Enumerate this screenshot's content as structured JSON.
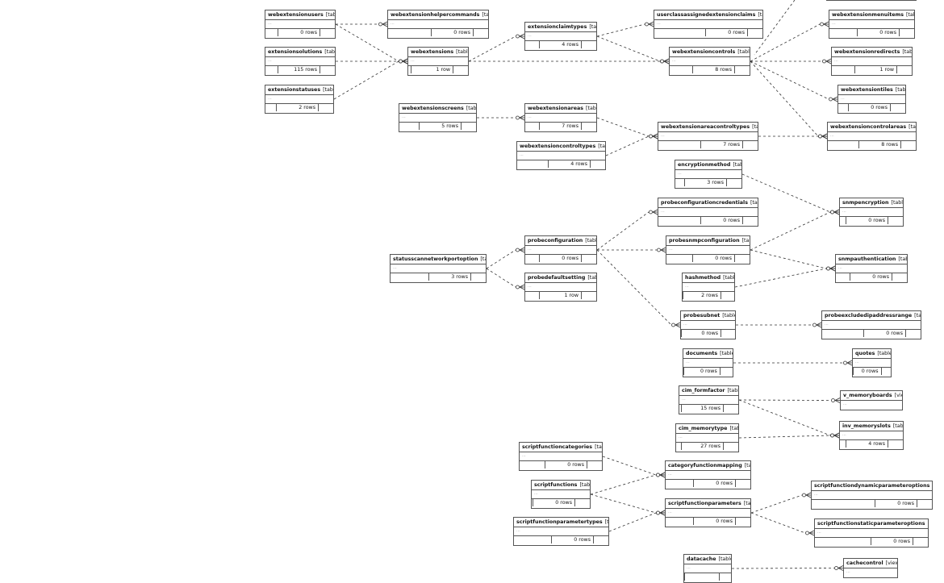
{
  "tables": [
    {
      "id": "webextensionusers",
      "name": "webextensionusers",
      "kind": "[table]",
      "rows": "0 rows"
    },
    {
      "id": "webextensionhelpercommands",
      "name": "webextensionhelpercommands",
      "kind": "[table]",
      "rows": "0 rows"
    },
    {
      "id": "extensionclaimtypes",
      "name": "extensionclaimtypes",
      "kind": "[table]",
      "rows": "4 rows"
    },
    {
      "id": "userclassassignedextensionclaims",
      "name": "userclassassignedextensionclaims",
      "kind": "[table]",
      "rows": "0 rows"
    },
    {
      "id": "webextensionmenuitems",
      "name": "webextensionmenuitems",
      "kind": "[table]",
      "rows": "0 rows"
    },
    {
      "id": "extensionsolutions",
      "name": "extensionsolutions",
      "kind": "[table]",
      "rows": "115 rows"
    },
    {
      "id": "webextensions",
      "name": "webextensions",
      "kind": "[table]",
      "rows": "1 row"
    },
    {
      "id": "webextensioncontrols",
      "name": "webextensioncontrols",
      "kind": "[table]",
      "rows": "8 rows"
    },
    {
      "id": "webextensionredirects",
      "name": "webextensionredirects",
      "kind": "[table]",
      "rows": "1 row"
    },
    {
      "id": "extensionstatuses",
      "name": "extensionstatuses",
      "kind": "[table]",
      "rows": "2 rows"
    },
    {
      "id": "webextensiontiles",
      "name": "webextensiontiles",
      "kind": "[table]",
      "rows": "0 rows"
    },
    {
      "id": "webextensionscreens",
      "name": "webextensionscreens",
      "kind": "[table]",
      "rows": "5 rows"
    },
    {
      "id": "webextensionareas",
      "name": "webextensionareas",
      "kind": "[table]",
      "rows": "7 rows"
    },
    {
      "id": "webextensionareacontroltypes",
      "name": "webextensionareacontroltypes",
      "kind": "[table]",
      "rows": "7 rows"
    },
    {
      "id": "webextensioncontrolareas",
      "name": "webextensioncontrolareas",
      "kind": "[table]",
      "rows": "8 rows"
    },
    {
      "id": "webextensioncontroltypes",
      "name": "webextensioncontroltypes",
      "kind": "[table]",
      "rows": "4 rows"
    },
    {
      "id": "encryptionmethod",
      "name": "encryptionmethod",
      "kind": "[table]",
      "rows": "3 rows"
    },
    {
      "id": "snmpencryption",
      "name": "snmpencryption",
      "kind": "[table]",
      "rows": "0 rows"
    },
    {
      "id": "probeconfigurationcredentials",
      "name": "probeconfigurationcredentials",
      "kind": "[table]",
      "rows": "0 rows"
    },
    {
      "id": "probeconfiguration",
      "name": "probeconfiguration",
      "kind": "[table]",
      "rows": "0 rows"
    },
    {
      "id": "probesnmpconfiguration",
      "name": "probesnmpconfiguration",
      "kind": "[table]",
      "rows": "0 rows"
    },
    {
      "id": "statusscannetworkportoption",
      "name": "statusscannetworkportoption",
      "kind": "[table]",
      "rows": "3 rows"
    },
    {
      "id": "snmpauthentication",
      "name": "snmpauthentication",
      "kind": "[table]",
      "rows": "0 rows"
    },
    {
      "id": "probedefaultsetting",
      "name": "probedefaultsetting",
      "kind": "[table]",
      "rows": "1 row"
    },
    {
      "id": "hashmethod",
      "name": "hashmethod",
      "kind": "[table]",
      "rows": "2 rows"
    },
    {
      "id": "probesubnet",
      "name": "probesubnet",
      "kind": "[table]",
      "rows": "0 rows"
    },
    {
      "id": "probeexcludedipaddressrange",
      "name": "probeexcludedipaddressrange",
      "kind": "[table]",
      "rows": "0 rows"
    },
    {
      "id": "documents",
      "name": "documents",
      "kind": "[table]",
      "rows": "0 rows"
    },
    {
      "id": "quotes",
      "name": "quotes",
      "kind": "[table]",
      "rows": "0 rows"
    },
    {
      "id": "cim_formfactor",
      "name": "cim_formfactor",
      "kind": "[table]",
      "rows": "15 rows"
    },
    {
      "id": "v_memoryboards",
      "name": "v_memoryboards",
      "kind": "[view]",
      "rows": ""
    },
    {
      "id": "inv_memoryslots",
      "name": "inv_memoryslots",
      "kind": "[table]",
      "rows": "4 rows"
    },
    {
      "id": "cim_memorytype",
      "name": "cim_memorytype",
      "kind": "[table]",
      "rows": "27 rows"
    },
    {
      "id": "scriptfunctioncategories",
      "name": "scriptfunctioncategories",
      "kind": "[table]",
      "rows": "0 rows"
    },
    {
      "id": "categoryfunctionmapping",
      "name": "categoryfunctionmapping",
      "kind": "[table]",
      "rows": "0 rows"
    },
    {
      "id": "scriptfunctions",
      "name": "scriptfunctions",
      "kind": "[table]",
      "rows": "0 rows"
    },
    {
      "id": "scriptfunctionparameters",
      "name": "scriptfunctionparameters",
      "kind": "[table]",
      "rows": "0 rows"
    },
    {
      "id": "scriptfunctiondynamicparameteroptions",
      "name": "scriptfunctiondynamicparameteroptions",
      "kind": "[table]",
      "rows": "0 rows"
    },
    {
      "id": "scriptfunctionparametertypes",
      "name": "scriptfunctionparametertypes",
      "kind": "[table]",
      "rows": "0 rows"
    },
    {
      "id": "scriptfunctionstaticparameteroptions",
      "name": "scriptfunctionstaticparameteroptions",
      "kind": "[table]",
      "rows": "0 rows"
    },
    {
      "id": "datacache",
      "name": "datacache",
      "kind": "[table]",
      "rows": ""
    },
    {
      "id": "cachecontrol",
      "name": "cachecontrol",
      "kind": "[view]",
      "rows": ""
    }
  ],
  "relationships": [
    [
      "webextensionusers",
      "webextensionhelpercommands"
    ],
    [
      "webextensionusers",
      "webextensions"
    ],
    [
      "extensionsolutions",
      "webextensions"
    ],
    [
      "extensionstatuses",
      "webextensions"
    ],
    [
      "webextensions",
      "extensionclaimtypes"
    ],
    [
      "webextensions",
      "webextensioncontrols"
    ],
    [
      "extensionclaimtypes",
      "userclassassignedextensionclaims"
    ],
    [
      "extensionclaimtypes",
      "webextensioncontrols"
    ],
    [
      "webextensioncontrols",
      "webextensionmenuitems"
    ],
    [
      "webextensioncontrols",
      "webextensionredirects"
    ],
    [
      "webextensioncontrols",
      "webextensiontiles"
    ],
    [
      "webextensioncontrols",
      "webextensioncontrolareas"
    ],
    [
      "webextensionscreens",
      "webextensionareas"
    ],
    [
      "webextensionareas",
      "webextensionareacontroltypes"
    ],
    [
      "webextensioncontroltypes",
      "webextensionareacontroltypes"
    ],
    [
      "webextensionareacontroltypes",
      "webextensioncontrolareas"
    ],
    [
      "encryptionmethod",
      "snmpencryption"
    ],
    [
      "probesnmpconfiguration",
      "snmpencryption"
    ],
    [
      "probeconfiguration",
      "probeconfigurationcredentials"
    ],
    [
      "probeconfiguration",
      "probesnmpconfiguration"
    ],
    [
      "statusscannetworkportoption",
      "probeconfiguration"
    ],
    [
      "statusscannetworkportoption",
      "probedefaultsetting"
    ],
    [
      "probesnmpconfiguration",
      "snmpauthentication"
    ],
    [
      "hashmethod",
      "snmpauthentication"
    ],
    [
      "probeconfiguration",
      "probesubnet"
    ],
    [
      "probesubnet",
      "probeexcludedipaddressrange"
    ],
    [
      "documents",
      "quotes"
    ],
    [
      "cim_formfactor",
      "v_memoryboards"
    ],
    [
      "cim_formfactor",
      "inv_memoryslots"
    ],
    [
      "cim_memorytype",
      "inv_memoryslots"
    ],
    [
      "scriptfunctioncategories",
      "categoryfunctionmapping"
    ],
    [
      "scriptfunctions",
      "categoryfunctionmapping"
    ],
    [
      "scriptfunctions",
      "scriptfunctionparameters"
    ],
    [
      "scriptfunctionparametertypes",
      "scriptfunctionparameters"
    ],
    [
      "scriptfunctionparameters",
      "scriptfunctiondynamicparameteroptions"
    ],
    [
      "scriptfunctionparameters",
      "scriptfunctionstaticparameteroptions"
    ],
    [
      "datacache",
      "cachecontrol"
    ]
  ]
}
